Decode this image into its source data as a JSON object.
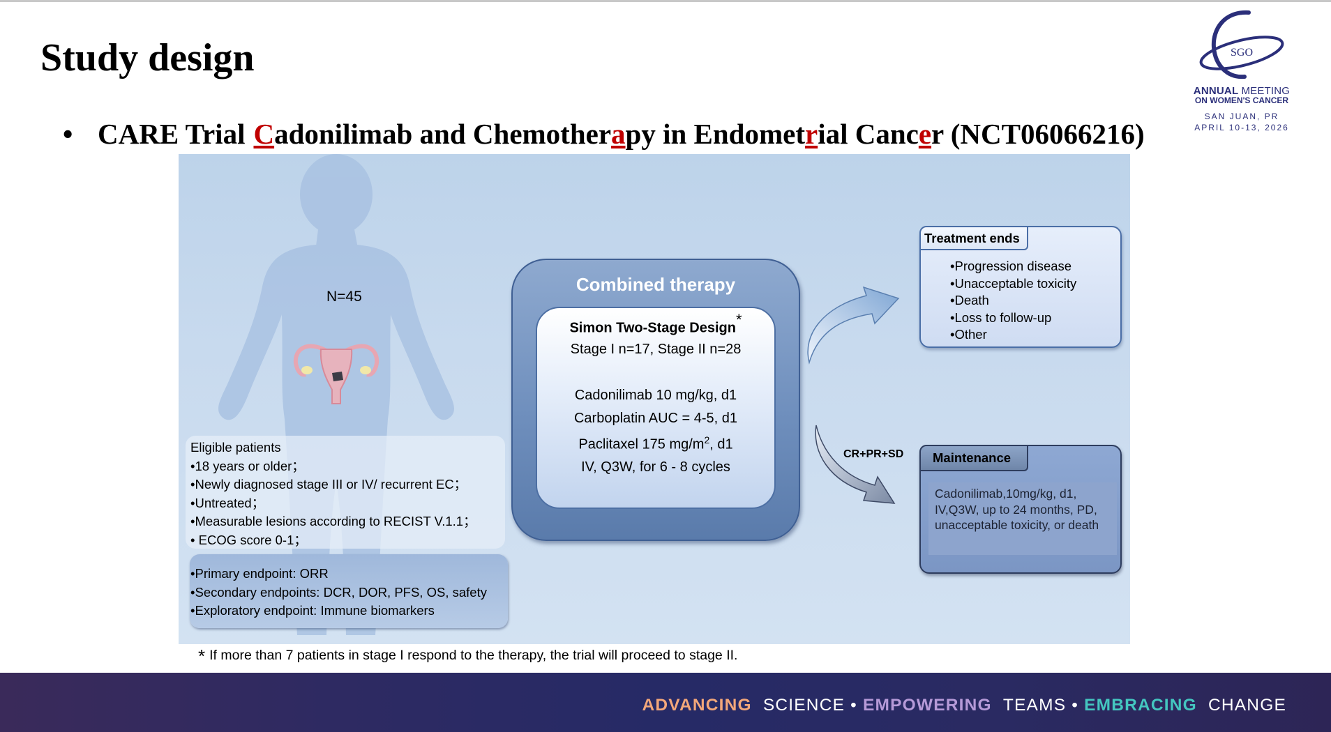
{
  "slide": {
    "title": "Study design",
    "bullet_symbol": "•",
    "trial_name": "CARE Trial",
    "acronym_parts": [
      {
        "text": "C",
        "highlight": true
      },
      {
        "text": "adonilimab and Chemother",
        "highlight": false
      },
      {
        "text": "a",
        "highlight": true
      },
      {
        "text": "py in Endomet",
        "highlight": false
      },
      {
        "text": "r",
        "highlight": true
      },
      {
        "text": "ial Canc",
        "highlight": false
      },
      {
        "text": "e",
        "highlight": true
      },
      {
        "text": "r (NCT06066216)",
        "highlight": false
      }
    ]
  },
  "logo": {
    "org": "SGO",
    "line1_bold": "ANNUAL",
    "line1_rest": "MEETING",
    "line2": "ON WOMEN'S CANCER",
    "location": "SAN JUAN, PR",
    "dates": "APRIL 10-13, 2026"
  },
  "diagram": {
    "sample_size": "N=45",
    "eligibility": {
      "heading": "Eligible patients",
      "items": [
        "•18 years or older；",
        "•Newly diagnosed stage III or IV/ recurrent EC；",
        "•Untreated；",
        "•Measurable lesions according to RECIST V.1.1；",
        "• ECOG score 0-1；"
      ]
    },
    "endpoints": [
      {
        "label": "•Primary endpoint: ",
        "value": "ORR"
      },
      {
        "label": "•Secondary endpoints: ",
        "value": "DCR, DOR, PFS, OS, safety"
      },
      {
        "label": "•Exploratory endpoint: ",
        "value": "Immune biomarkers"
      }
    ],
    "combined_therapy": {
      "title": "Combined therapy",
      "design_title": "Simon Two-Stage Design",
      "design_mark": "*",
      "stages": "Stage I n=17, Stage II n=28",
      "drug1": "Cadonilimab 10 mg/kg, d1",
      "drug2": "Carboplatin AUC = 4-5, d1",
      "drug3_prefix": "Paclitaxel 175 mg/m",
      "drug3_sup": "2",
      "drug3_suffix": ", d1",
      "schedule": "IV, Q3W, for 6 - 8 cycles"
    },
    "treatment_ends": {
      "title": "Treatment ends",
      "items": [
        "•Progression disease",
        "•Unacceptable toxicity",
        "•Death",
        "•Loss to follow-up",
        "•Other"
      ]
    },
    "arrow_label": "CR+PR+SD",
    "maintenance": {
      "title": "Maintenance",
      "text": "Cadonilimab,10mg/kg, d1, IV,Q3W, up to 24 months, PD, unacceptable toxicity, or death"
    }
  },
  "footnote": {
    "mark": "*",
    "text": "If more than 7 patients in stage I respond to the therapy, the trial will proceed to stage II."
  },
  "footer": {
    "word1": "ADVANCING",
    "word2": "SCIENCE",
    "sep": "•",
    "word3": "EMPOWERING",
    "word4": "TEAMS",
    "word5": "EMBRACING",
    "word6": "CHANGE"
  },
  "colors": {
    "highlight_red": "#c00000",
    "footer_bg": "#2b2a63",
    "footer_orange": "#f3a77a",
    "footer_purple": "#b69ad8",
    "footer_teal": "#44c6c0",
    "logo_navy": "#2b2f7a"
  }
}
